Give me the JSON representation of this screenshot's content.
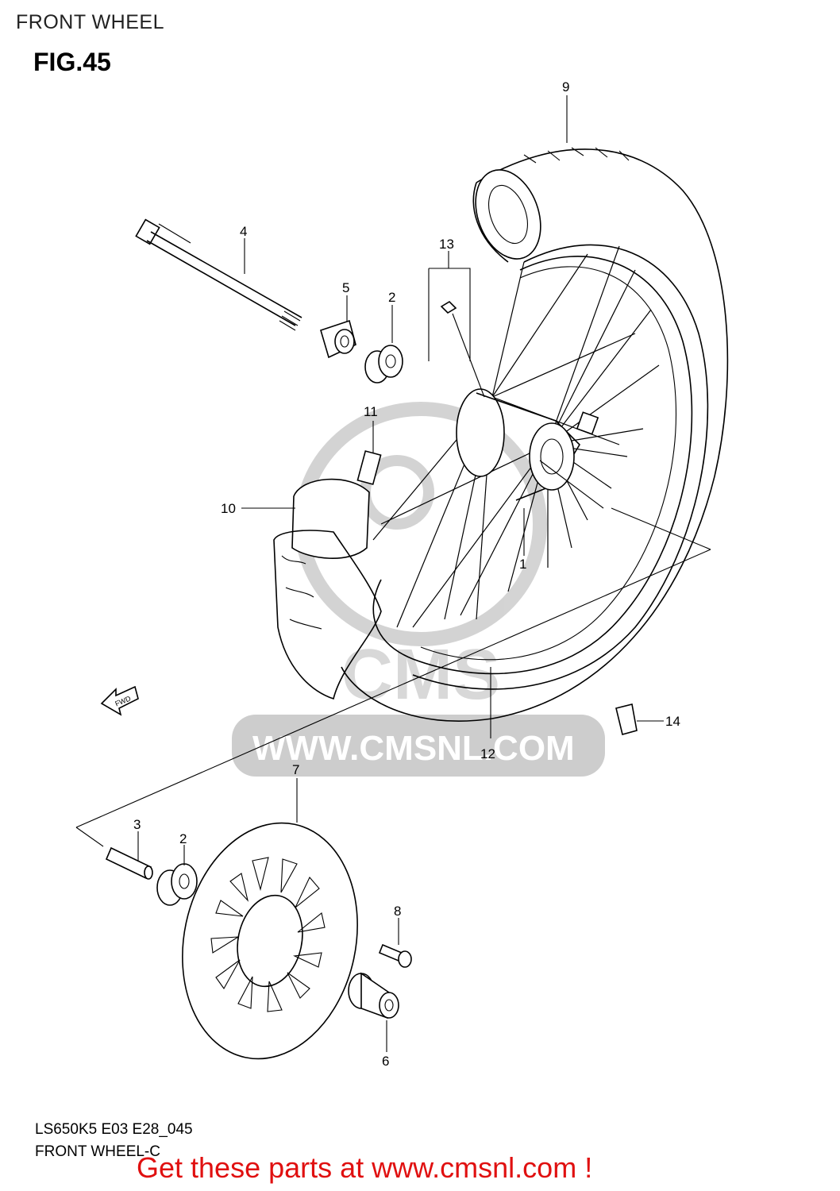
{
  "header": {
    "section": "FRONT WHEEL",
    "figure": "FIG.45"
  },
  "footer": {
    "code": "LS650K5 E03 E28_045",
    "subtitle": "FRONT WHEEL-C",
    "cta": "Get these parts at www.cmsnl.com !"
  },
  "watermark": {
    "text": "WWW.CMSNL.COM",
    "color": "#c8c8c8"
  },
  "direction_label": "FWD",
  "accent_color": "#e01010",
  "callouts": {
    "p1": "1",
    "p2a": "2",
    "p2b": "2",
    "p3": "3",
    "p4": "4",
    "p5": "5",
    "p6": "6",
    "p7": "7",
    "p8": "8",
    "p9": "9",
    "p10": "10",
    "p11": "11",
    "p12": "12",
    "p13": "13",
    "p14": "14"
  }
}
